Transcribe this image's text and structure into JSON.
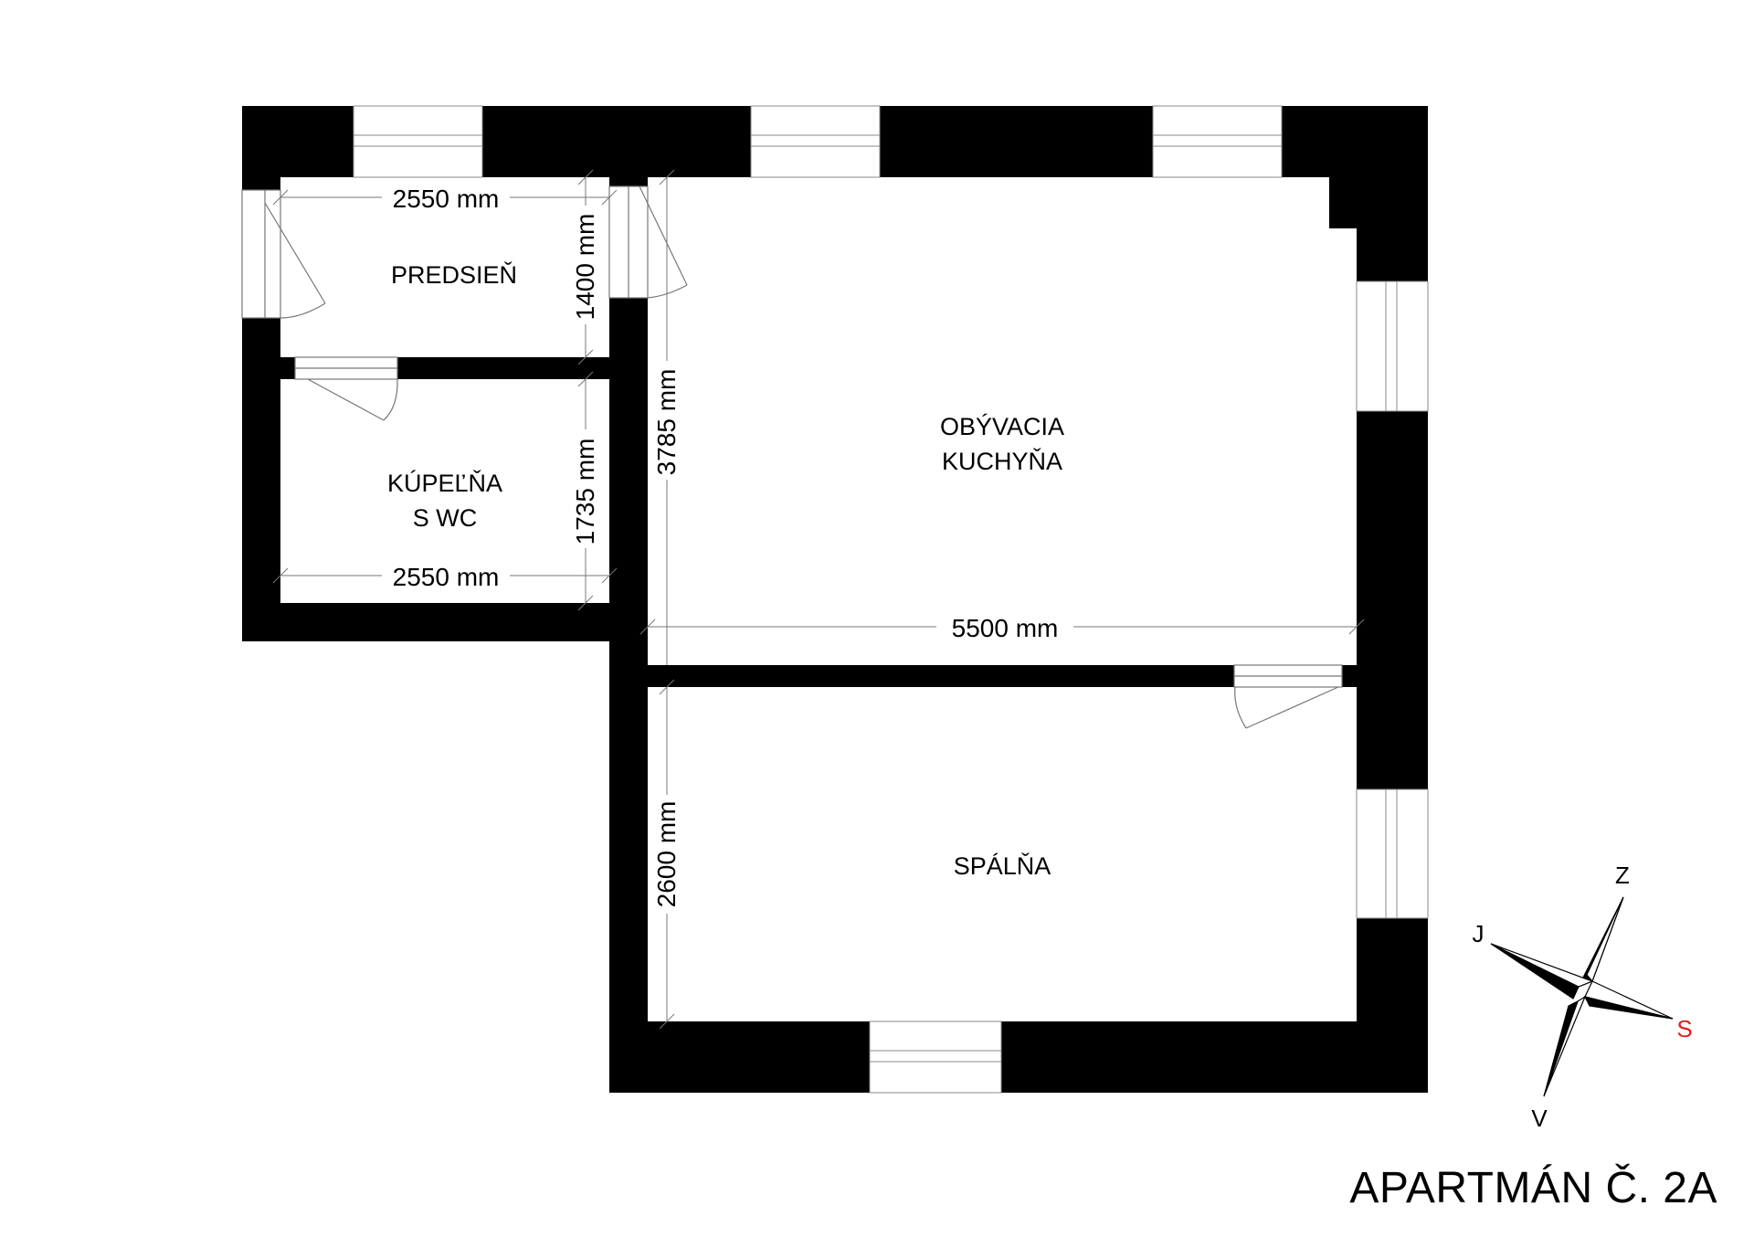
{
  "rooms": {
    "hall": "PREDSIEŇ",
    "bath_line1": "KÚPEĽŇA",
    "bath_line2": "S WC",
    "living_line1": "OBÝVACIA",
    "living_line2": "KUCHYŇA",
    "bedroom": "SPÁLŇA"
  },
  "dimensions": {
    "hall_width": "2550 mm",
    "hall_depth": "1400 mm",
    "bath_width": "2550 mm",
    "bath_depth": "1735 mm",
    "living_depth": "3785 mm",
    "living_width": "5500 mm",
    "bedroom_depth": "2600 mm"
  },
  "compass": {
    "north": "Z",
    "east": "S",
    "south": "V",
    "west": "J",
    "east_color": "#e02020"
  },
  "caption": "APARTMÁN Č. 2A"
}
